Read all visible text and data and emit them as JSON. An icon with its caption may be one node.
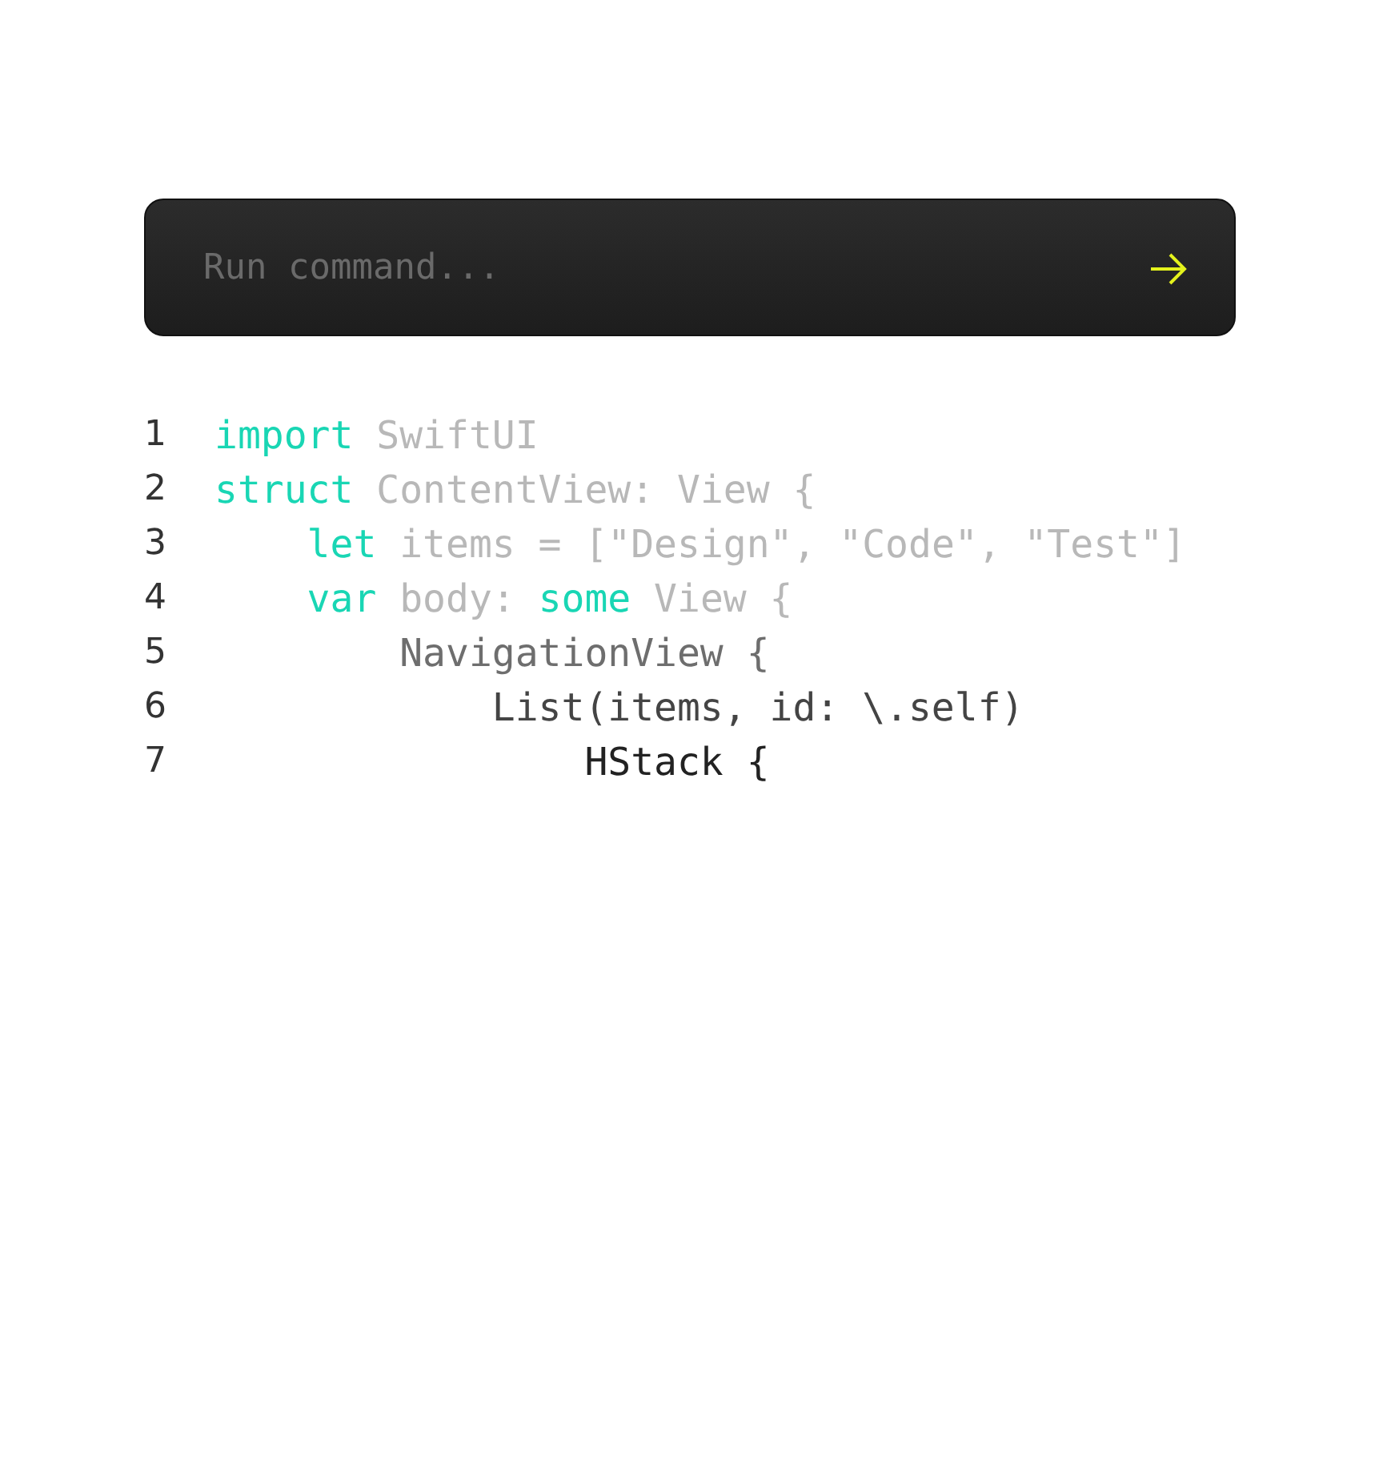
{
  "diagram": {
    "labels": [
      "Run command...",
      "1",
      "import SwiftUI",
      "2",
      "struct ContentView: View {",
      "3",
      "let items = [\"Design\", \"Code\", \"Test\"]",
      "4",
      "var body: some View {",
      "5",
      "NavigationView {",
      "6",
      "List(items, id: \\.self)",
      "7",
      "HStack {"
    ]
  }
}
